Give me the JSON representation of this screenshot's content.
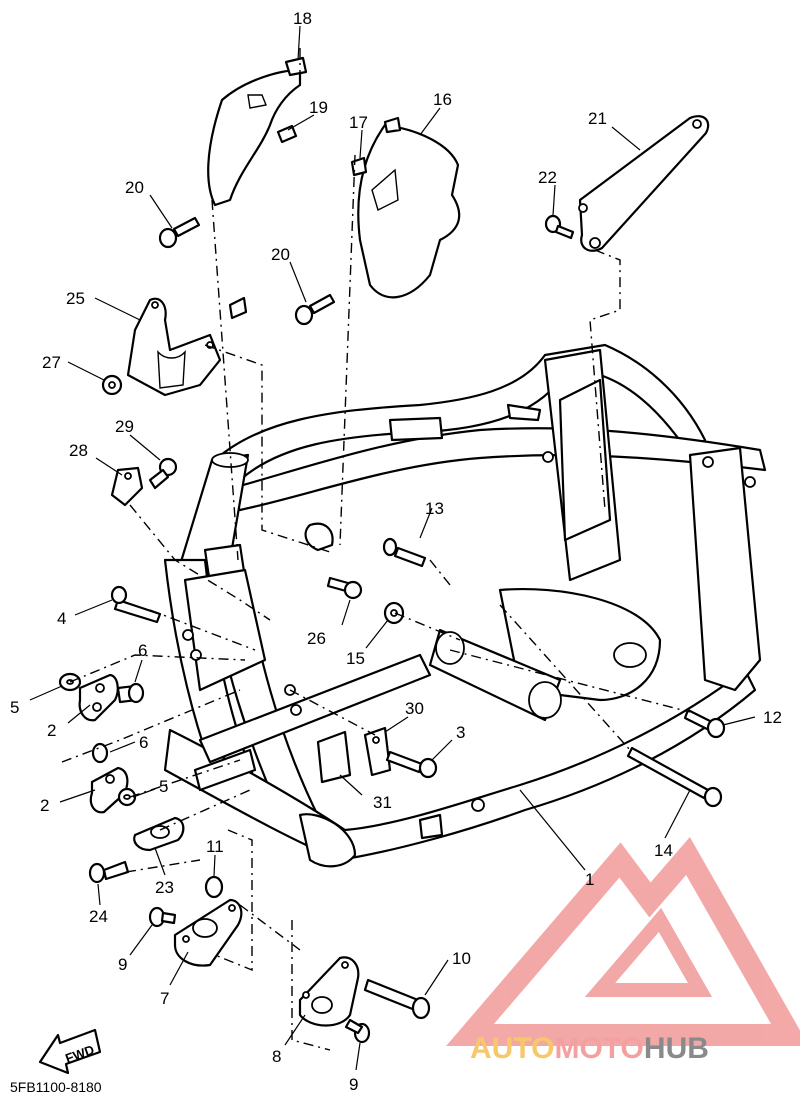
{
  "diagram": {
    "code": "5FB1100-8180",
    "fwd_label": "FWD",
    "callouts": {
      "c1": "1",
      "c2a": "2",
      "c2b": "2",
      "c3": "3",
      "c4": "4",
      "c5a": "5",
      "c5b": "5",
      "c6a": "6",
      "c6b": "6",
      "c7": "7",
      "c8": "8",
      "c9a": "9",
      "c9b": "9",
      "c10": "10",
      "c11": "11",
      "c12": "12",
      "c13": "13",
      "c14": "14",
      "c15": "15",
      "c16": "16",
      "c17": "17",
      "c18": "18",
      "c19": "19",
      "c20a": "20",
      "c20b": "20",
      "c21": "21",
      "c22": "22",
      "c23": "23",
      "c24": "24",
      "c25": "25",
      "c26": "26",
      "c27": "27",
      "c28": "28",
      "c29": "29",
      "c30": "30",
      "c31": "31"
    }
  },
  "watermark": {
    "word_auto": "AUTO",
    "word_moto": "MOTO",
    "word_hub": "HUB",
    "colors": {
      "auto": "#f7c86a",
      "moto": "#f4a0a0",
      "hub": "#8a8a8a",
      "logo": "#f29a9a"
    }
  }
}
